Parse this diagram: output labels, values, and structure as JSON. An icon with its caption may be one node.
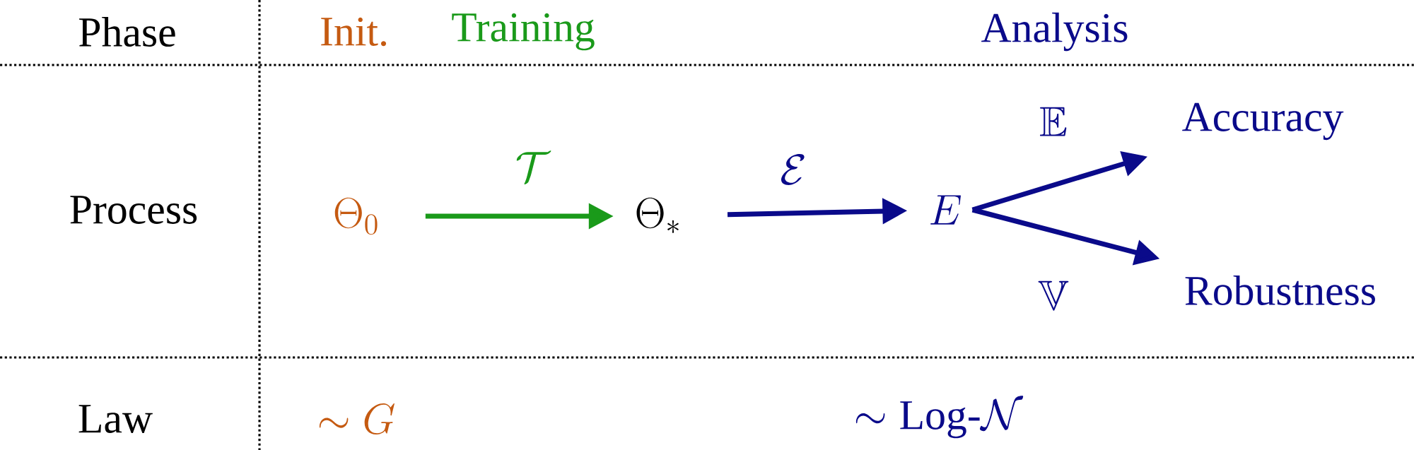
{
  "diagram": {
    "nodes": [
      {
        "text": [
          "\\Theta_0"
        ]
      },
      {
        "text": [
          "\\Theta_*"
        ]
      },
      {
        "text": [
          "E"
        ]
      },
      {
        "text": [
          "Accuracy"
        ]
      },
      {
        "text": [
          "Robustness"
        ]
      }
    ],
    "edges": [
      {
        "from": 0,
        "to": 1,
        "arrow": "to",
        "label": "\\mathcal{T}",
        "color": "#1a9a1a"
      },
      {
        "from": 1,
        "to": 2,
        "arrow": "to",
        "label": "\\mathcal{E}"
      },
      {
        "from": 2,
        "to": 3,
        "arrow": "to",
        "label": "\\mathbb{E}"
      },
      {
        "from": 2,
        "to": 4,
        "arrow": "to",
        "label": "\\mathbb{V}"
      }
    ],
    "labels": [
      "Phase",
      "Init.",
      "Training",
      "Analysis",
      "Process",
      "Law",
      "\\sim G",
      "\\sim \\mathrm{Log}\\text{-}\\mathcal{N}"
    ]
  }
}
